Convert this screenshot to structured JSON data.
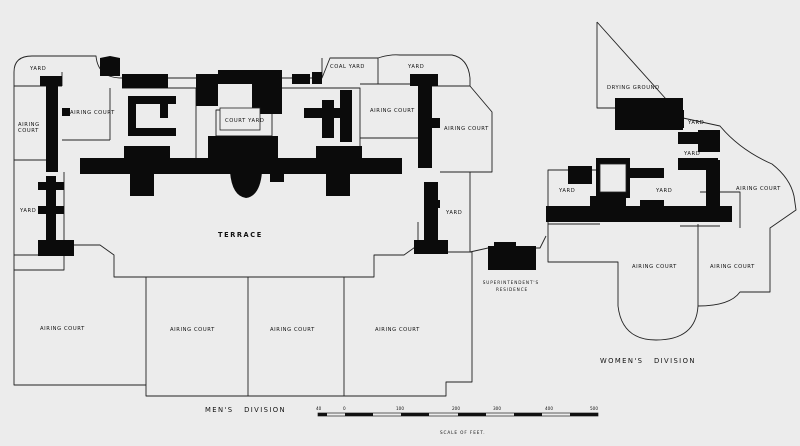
{
  "labels": {
    "yard_top_left": "YARD",
    "coal_yard": "COAL YARD",
    "yard_top_right": "YARD",
    "airing_court_upper_left": "AIRING COURT",
    "airing_court_inner_left": "AIRING COURT",
    "court_yard": "COURT YARD",
    "airing_court_inner_right": "AIRING COURT",
    "airing_court_upper_right": "AIRING COURT",
    "yard_left": "YARD",
    "yard_right": "YARD",
    "terrace": "TERRACE",
    "airing_court_bottom_1": "AIRING COURT",
    "airing_court_bottom_2": "AIRING COURT",
    "airing_court_bottom_3": "AIRING COURT",
    "airing_court_bottom_4": "AIRING COURT",
    "superintendent": [
      "SUPERINTENDENT'S",
      "RESIDENCE"
    ],
    "drying_ground": "DRYING GROUND",
    "womens_yard_1": "YARD",
    "womens_yard_2": "YARD",
    "womens_yard_3": "YARD",
    "womens_yard_4": "YARD",
    "womens_airing_court_right": "AIRING COURT",
    "womens_airing_court_bottom_1": "AIRING COURT",
    "womens_airing_court_bottom_2": "AIRING COURT",
    "mens_division": "MEN'S   DIVISION",
    "womens_division": "WOMEN'S   DIVISION"
  },
  "scale": {
    "ticks": [
      "40",
      "0",
      "100",
      "200",
      "300",
      "400",
      "500"
    ],
    "caption": "SCALE OF FEET."
  }
}
